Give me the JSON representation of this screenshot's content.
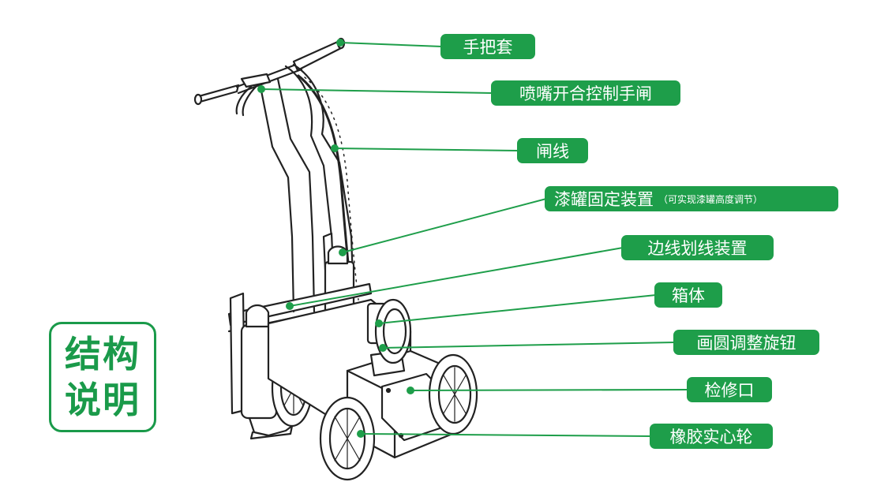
{
  "title": {
    "line1": "结构",
    "line2": "说明"
  },
  "callouts": [
    {
      "label": "手把套"
    },
    {
      "label": "喷嘴开合控制手闸"
    },
    {
      "label": "闸线"
    },
    {
      "label": "漆罐固定装置",
      "note": "（可实现漆罐高度调节）"
    },
    {
      "label": "边线划线装置"
    },
    {
      "label": "箱体"
    },
    {
      "label": "画圆调整旋钮"
    },
    {
      "label": "检修口"
    },
    {
      "label": "橡胶实心轮"
    }
  ],
  "colors": {
    "accent": "#1e9e4a",
    "outline": "#222222"
  },
  "icons": {
    "machine": "road-line-marking-machine-drawing"
  }
}
